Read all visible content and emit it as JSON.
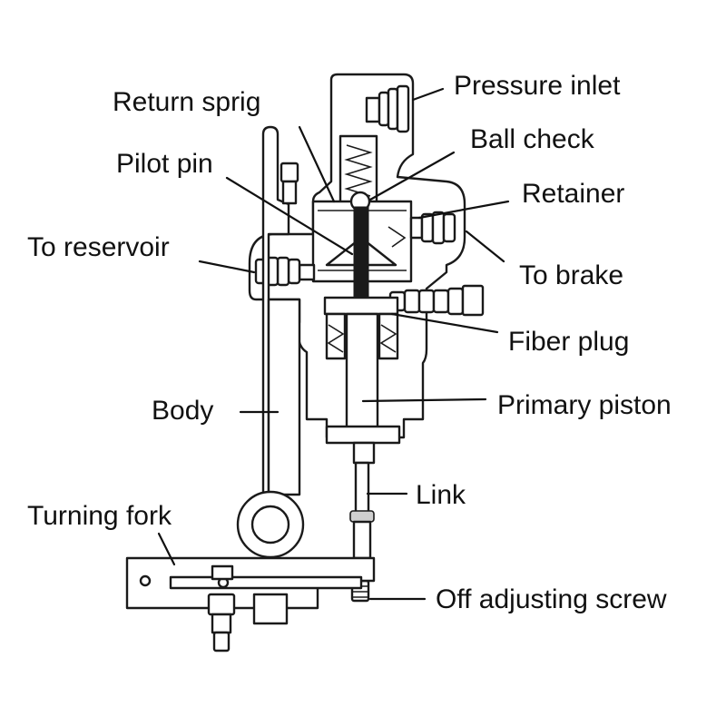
{
  "labels": {
    "pressure_inlet": "Pressure inlet",
    "return_spring": "Return sprig",
    "ball_check": "Ball check",
    "pilot_pin": "Pilot pin",
    "retainer": "Retainer",
    "to_reservoir": "To reservoir",
    "to_brake": "To brake",
    "fiber_plug": "Fiber plug",
    "body": "Body",
    "primary_piston": "Primary piston",
    "link": "Link",
    "turning_fork": "Turning fork",
    "off_adjusting_screw": "Off adjusting screw"
  }
}
